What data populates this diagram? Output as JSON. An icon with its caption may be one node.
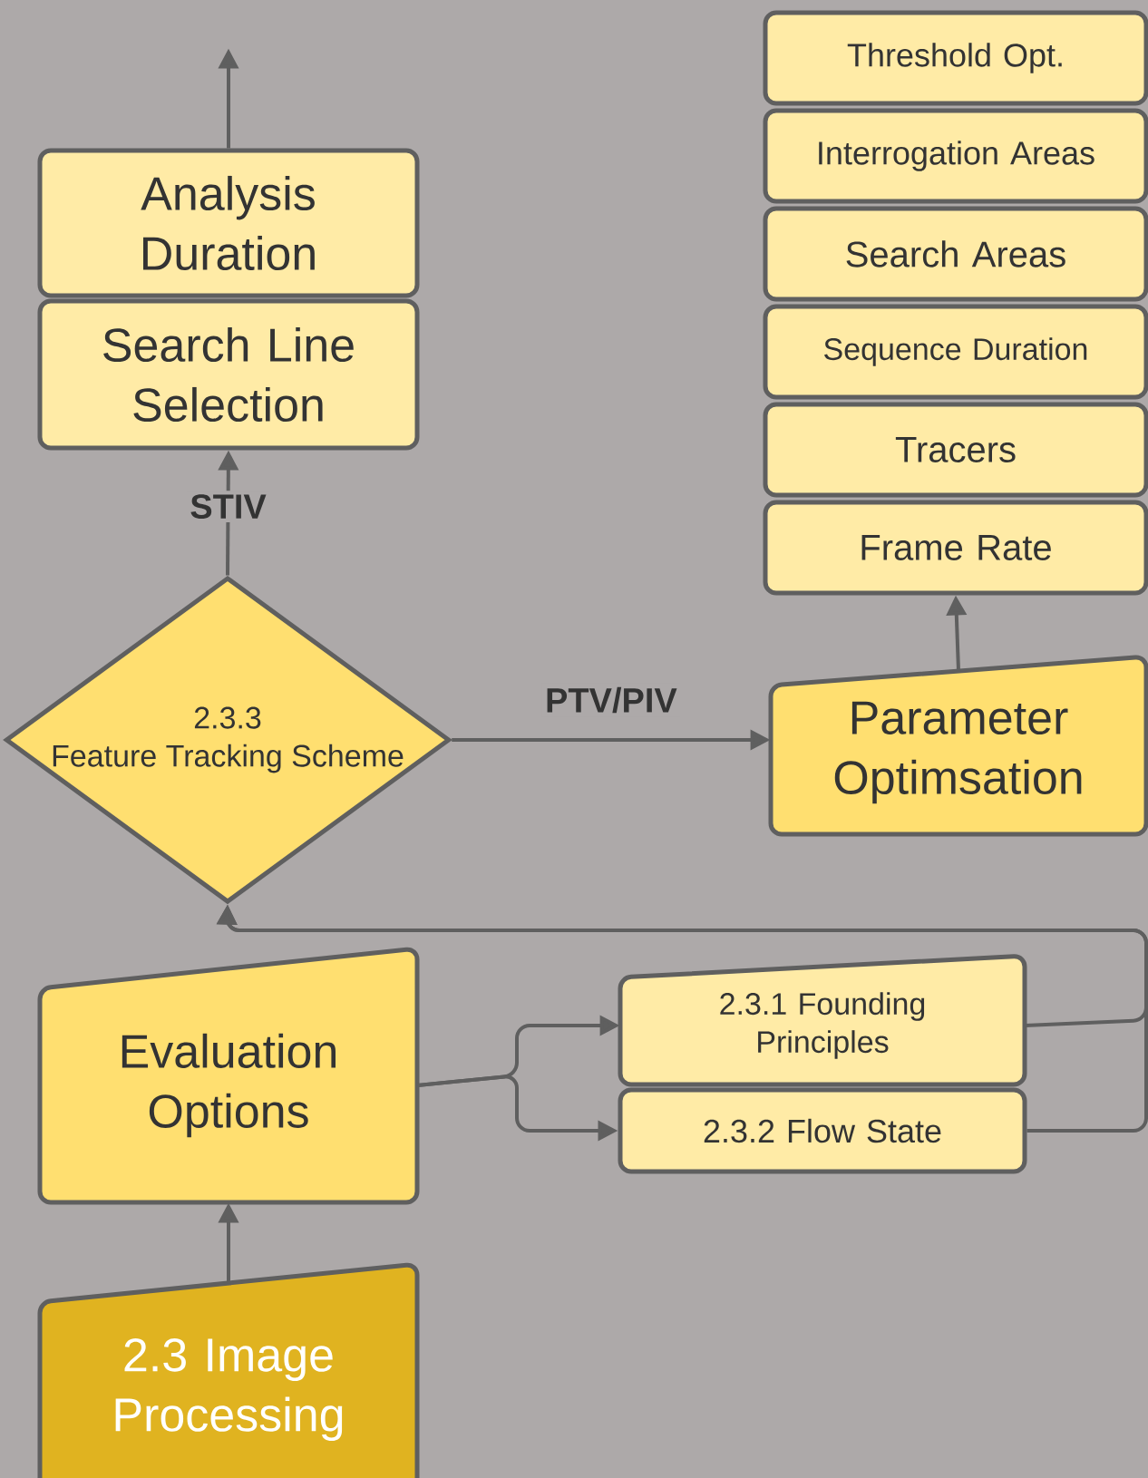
{
  "diagram": {
    "nodes": [
      {
        "text": [
          "Analysis Duration"
        ]
      },
      {
        "text": [
          "Search Line Selection"
        ]
      },
      {
        "text": [
          "2.3.3",
          "Feature Tracking Scheme"
        ]
      },
      {
        "text": [
          "Parameter Optimsation"
        ]
      },
      {
        "text": [
          "Threshold Opt."
        ]
      },
      {
        "text": [
          "Interrogation Areas"
        ]
      },
      {
        "text": [
          "Search Areas"
        ]
      },
      {
        "text": [
          "Sequence Duration"
        ]
      },
      {
        "text": [
          "Tracers"
        ]
      },
      {
        "text": [
          "Frame Rate"
        ]
      },
      {
        "text": [
          "Evaluation Options"
        ]
      },
      {
        "text": [
          "2.3.1 Founding Principles"
        ]
      },
      {
        "text": [
          "2.3.2 Flow State"
        ]
      },
      {
        "text": [
          "2.3 Image Processing"
        ]
      }
    ],
    "edges": [
      {
        "from": 0,
        "to": null,
        "arrow": "to"
      },
      {
        "from": 2,
        "to": 1,
        "arrow": "to",
        "label": "STIV"
      },
      {
        "from": 2,
        "to": 3,
        "arrow": "to",
        "label": "PTV/PIV"
      },
      {
        "from": 3,
        "to": 9,
        "arrow": "to"
      },
      {
        "from": 13,
        "to": 10,
        "arrow": "to"
      },
      {
        "from": 10,
        "to": 11,
        "arrow": "to"
      },
      {
        "from": 10,
        "to": 12,
        "arrow": "to"
      },
      {
        "from": 11,
        "to": 2,
        "arrow": "to"
      },
      {
        "from": 12,
        "to": 2,
        "arrow": "to"
      }
    ]
  }
}
